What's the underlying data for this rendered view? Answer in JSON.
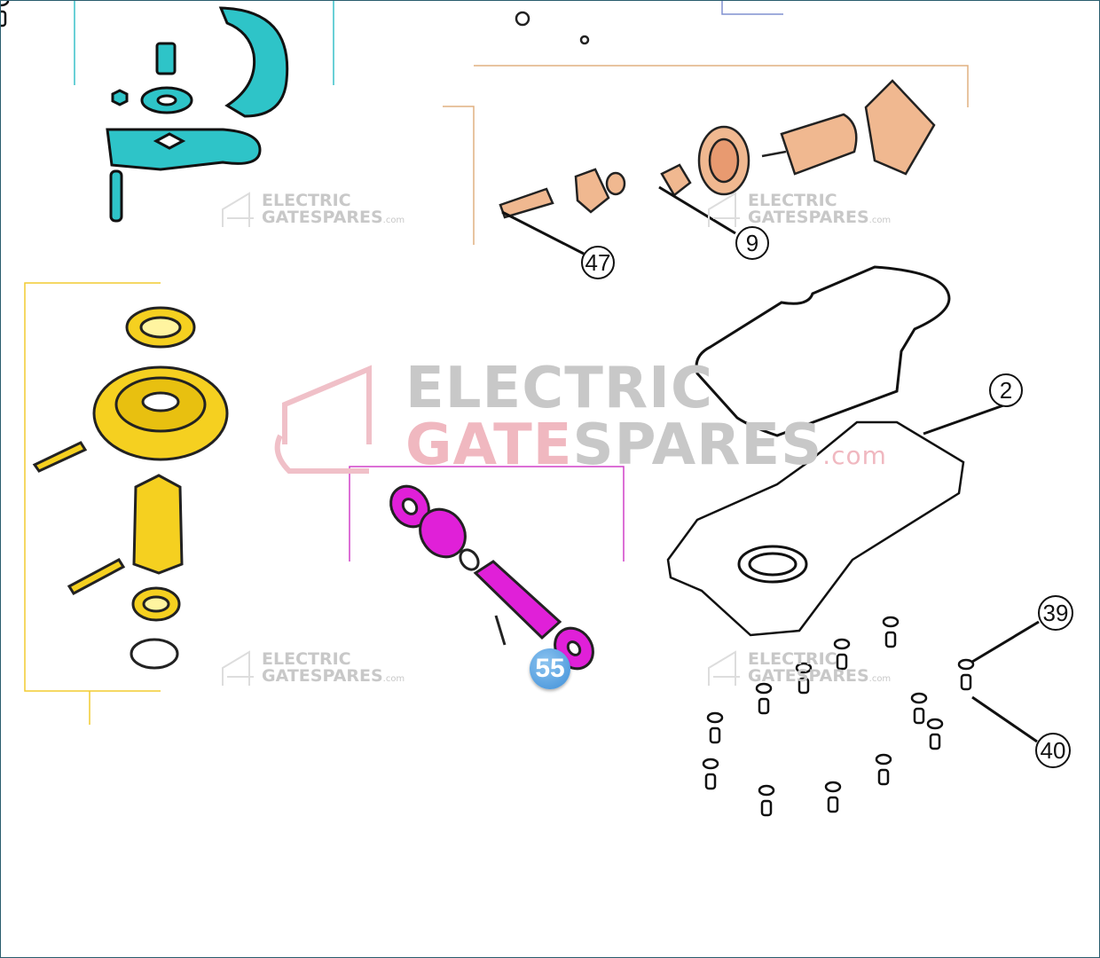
{
  "diagram": {
    "watermark": {
      "line1": "ELECTRIC",
      "line2a": "GATE",
      "line2b": "SPARES",
      "domain": ".com"
    },
    "callouts": [
      {
        "id": "47"
      },
      {
        "id": "9"
      },
      {
        "id": "2"
      },
      {
        "id": "39"
      },
      {
        "id": "40"
      }
    ],
    "highlighted_part": {
      "id": "55",
      "color": "#e020d8"
    },
    "colors": {
      "cyan_group": "#2ec4c8",
      "motor_group": "#f0b890",
      "gear_group": "#f5d020",
      "worm_group": "#e020d8"
    }
  }
}
